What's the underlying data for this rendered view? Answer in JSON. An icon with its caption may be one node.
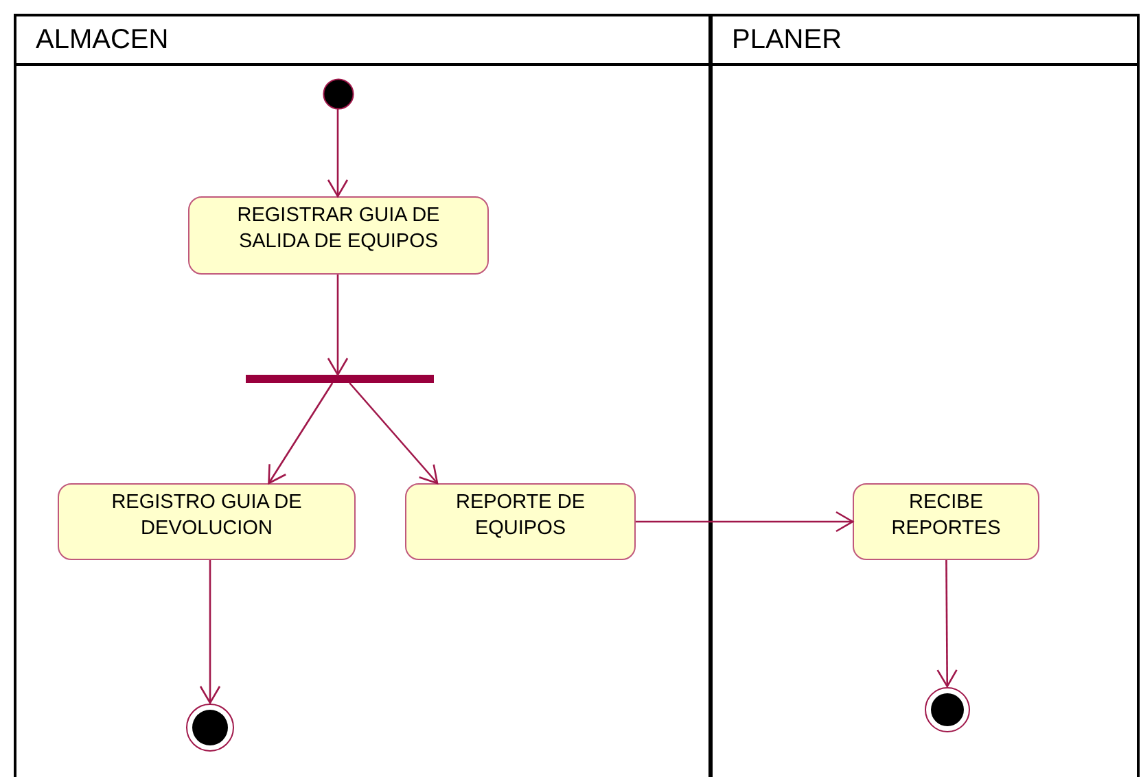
{
  "diagram": {
    "nodes": [
      {
        "text": [
          "ALMACEN"
        ]
      },
      {
        "text": [
          "PLANER"
        ]
      },
      {
        "text": [],
        "shape": "circle",
        "in": 0
      },
      {
        "text": [
          "REGISTRAR GUIA DE SALIDA DE EQUIPOS"
        ],
        "in": 0
      },
      {
        "text": [],
        "shape": "bar",
        "in": 0
      },
      {
        "text": [
          "REGISTRO GUIA DE DEVOLUCION"
        ],
        "in": 0
      },
      {
        "text": [
          "REPORTE DE EQUIPOS"
        ],
        "in": 0
      },
      {
        "text": [],
        "shape": "bullseye",
        "in": 0
      },
      {
        "text": [
          "RECIBE REPORTES"
        ],
        "in": 1
      },
      {
        "text": [],
        "shape": "bullseye",
        "in": 1
      }
    ],
    "edges": [
      {
        "from": 2,
        "to": 3,
        "arrow": "to"
      },
      {
        "from": 3,
        "to": 4,
        "arrow": "to"
      },
      {
        "from": 4,
        "to": 5,
        "arrow": "to"
      },
      {
        "from": 4,
        "to": 6,
        "arrow": "to"
      },
      {
        "from": 6,
        "to": 8,
        "arrow": "to"
      },
      {
        "from": 5,
        "to": 7,
        "arrow": "to"
      },
      {
        "from": 8,
        "to": 9,
        "arrow": "to"
      }
    ]
  }
}
